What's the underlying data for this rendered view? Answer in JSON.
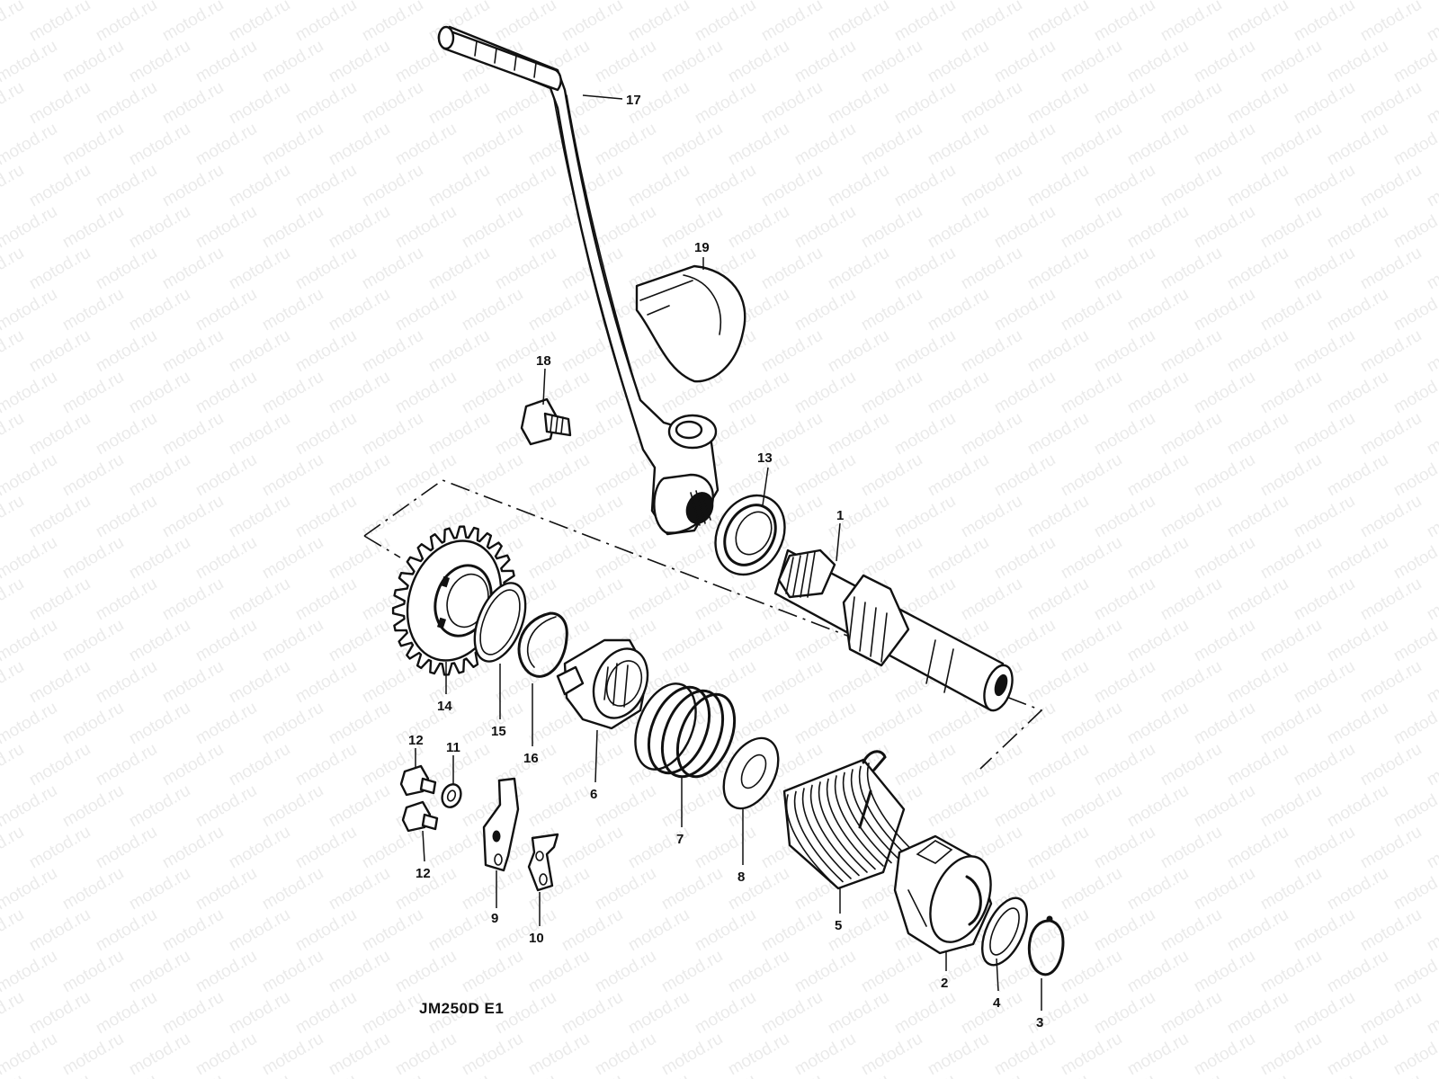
{
  "watermark": "motod.ru",
  "drawing_code": "JM250D E1",
  "callouts": {
    "c1": "1",
    "c2": "2",
    "c3": "3",
    "c4": "4",
    "c5": "5",
    "c6": "6",
    "c7": "7",
    "c8": "8",
    "c9": "9",
    "c10": "10",
    "c11": "11",
    "c12a": "12",
    "c12b": "12",
    "c13": "13",
    "c14": "14",
    "c15": "15",
    "c16": "16",
    "c17": "17",
    "c18": "18",
    "c19": "19"
  },
  "colors": {
    "ink": "#111111",
    "paper": "#ffffff"
  }
}
